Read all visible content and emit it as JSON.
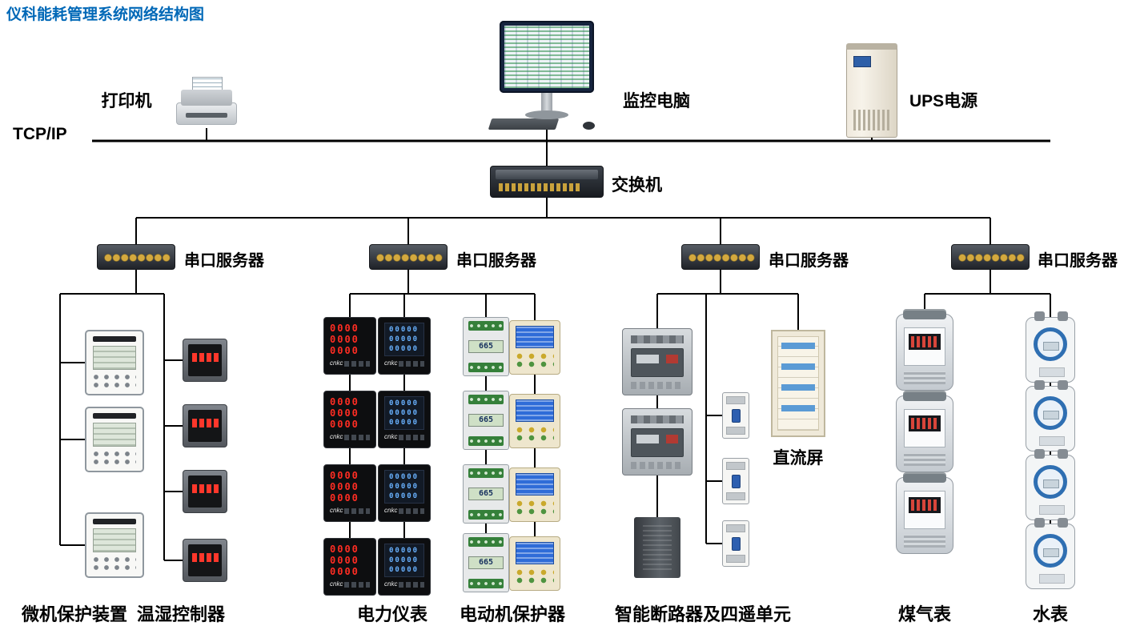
{
  "title": "仪科能耗管理系统网络结构图",
  "backbone": {
    "tcpip": "TCP/IP",
    "printer": "打印机",
    "monitor": "监控电脑",
    "ups": "UPS电源",
    "switch": "交换机"
  },
  "serial_servers": [
    {
      "label": "串口服务器"
    },
    {
      "label": "串口服务器"
    },
    {
      "label": "串口服务器"
    },
    {
      "label": "串口服务器"
    }
  ],
  "groups": {
    "protection": "微机保护装置",
    "temp_humidity": "温湿控制器",
    "power_meter": "电力仪表",
    "motor_protector": "电动机保护器",
    "breaker": "智能断路器及四遥单元",
    "dc_panel": "直流屏",
    "gas_meter": "煤气表",
    "water_meter": "水表"
  },
  "displays": {
    "power_meter_digits": "0000",
    "power_meter_lcd": "00000",
    "power_meter_brand": "cnkc",
    "motor_protector_lcd": "665"
  },
  "colors": {
    "title": "#0068b7",
    "lines": "#000000"
  }
}
